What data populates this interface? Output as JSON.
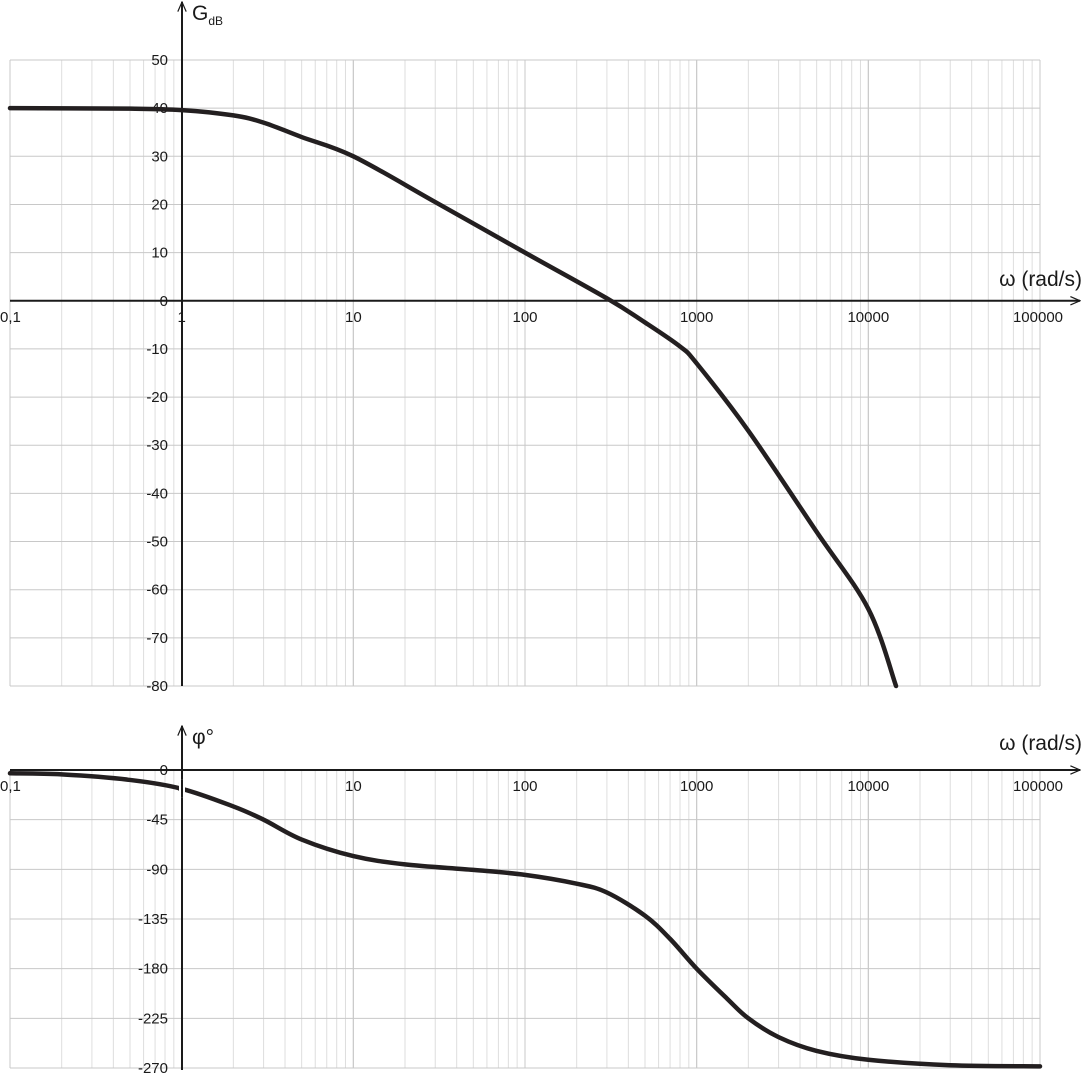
{
  "chart_data": [
    {
      "type": "line",
      "xlabel": "ω (rad/s)",
      "ylabel": {
        "main": "G",
        "sub": "dB"
      },
      "x_scale": "log",
      "xlim": [
        0.1,
        100000
      ],
      "ylim": [
        -80,
        50
      ],
      "x_ticks": [
        0.1,
        1,
        10,
        100,
        1000,
        10000,
        100000
      ],
      "x_tick_labels": [
        "0,1",
        "1",
        "10",
        "100",
        "1000",
        "10000",
        "100000"
      ],
      "y_ticks": [
        50,
        40,
        30,
        20,
        10,
        0,
        -10,
        -20,
        -30,
        -40,
        -50,
        -60,
        -70,
        -80
      ],
      "y_tick_labels": [
        "50",
        "40",
        "30",
        "20",
        "10",
        "0",
        "-10",
        "-20",
        "-30",
        "-40",
        "-50",
        "-60",
        "-70",
        "-80"
      ],
      "grid": true,
      "series": [
        {
          "x": [
            0.1,
            0.5,
            1,
            2,
            3,
            5,
            10,
            30,
            100,
            300,
            500,
            800,
            1000,
            2000,
            5000,
            10000,
            14500
          ],
          "y": [
            40,
            39.9,
            39.6,
            38.5,
            37,
            34,
            30,
            20.5,
            10,
            0.5,
            -4.5,
            -9.5,
            -13,
            -27,
            -48,
            -64,
            -80
          ]
        }
      ]
    },
    {
      "type": "line",
      "xlabel": "ω (rad/s)",
      "ylabel": "φ°",
      "x_scale": "log",
      "xlim": [
        0.1,
        100000
      ],
      "ylim": [
        -270,
        0
      ],
      "x_ticks": [
        0.1,
        1,
        10,
        100,
        1000,
        10000,
        100000
      ],
      "x_tick_labels": [
        "0,1",
        "1",
        "10",
        "100",
        "1000",
        "10000",
        "100000"
      ],
      "y_ticks": [
        0,
        -45,
        -90,
        -135,
        -180,
        -225,
        -270
      ],
      "y_tick_labels": [
        "0",
        "-45",
        "-90",
        "-135",
        "-180",
        "-225",
        "-270"
      ],
      "grid": true,
      "series": [
        {
          "x": [
            0.1,
            0.2,
            0.5,
            1,
            2,
            3,
            5,
            10,
            20,
            50,
            100,
            200,
            300,
            500,
            700,
            1000,
            1500,
            2000,
            3000,
            5000,
            10000,
            30000,
            100000
          ],
          "y": [
            -3,
            -4,
            -9,
            -17,
            -33,
            -45,
            -63,
            -78,
            -85.5,
            -90.5,
            -95,
            -103,
            -111,
            -132,
            -153,
            -180,
            -207,
            -225,
            -242,
            -254.5,
            -262.5,
            -267.5,
            -268.5
          ]
        }
      ]
    }
  ]
}
